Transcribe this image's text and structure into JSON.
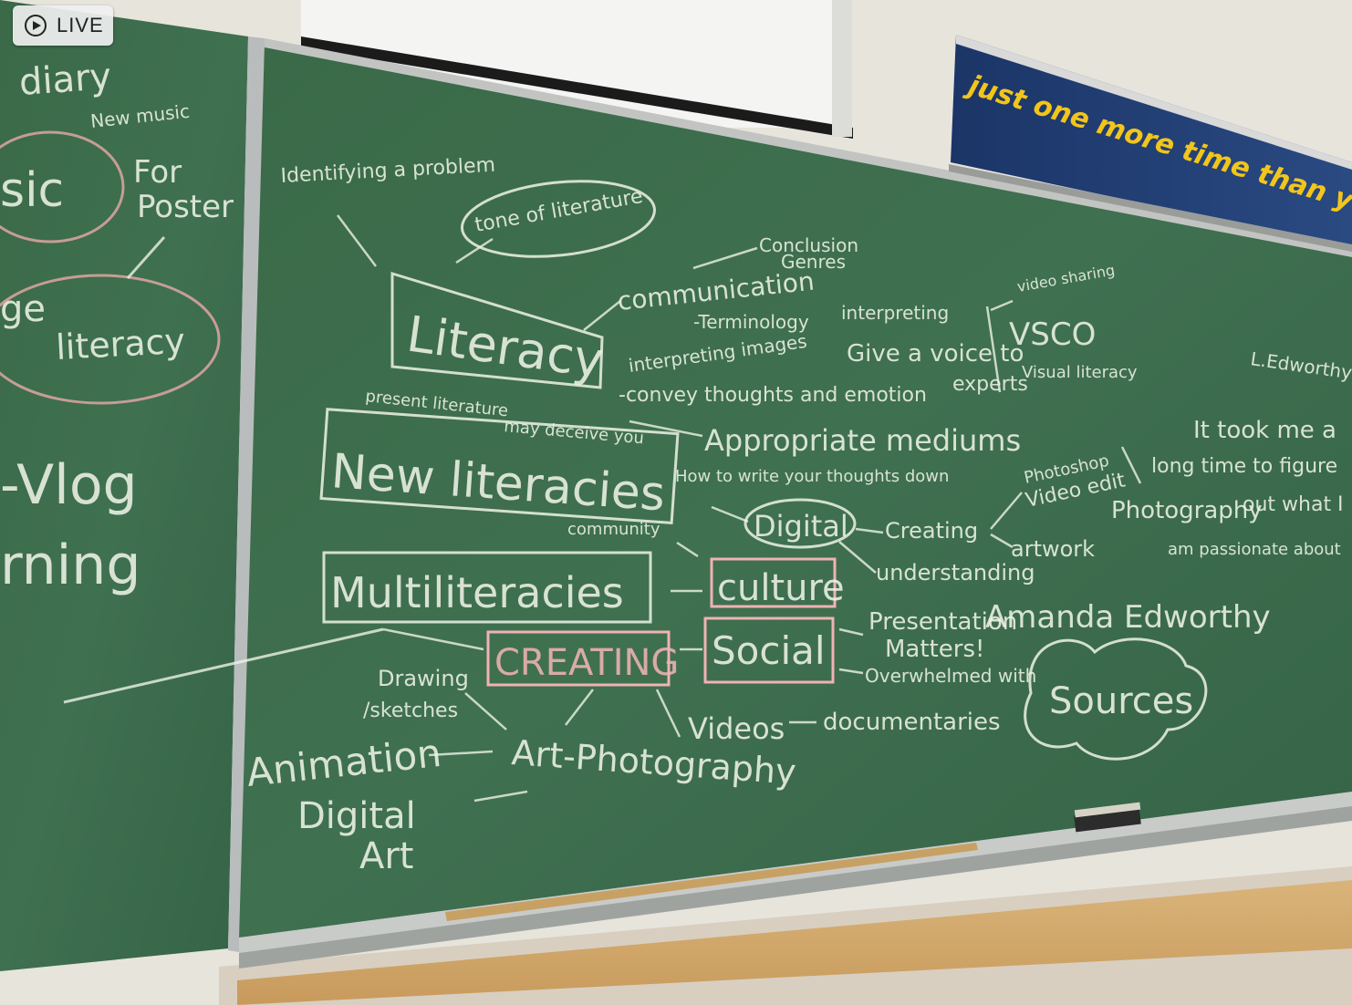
{
  "live_badge": {
    "label": "LIVE",
    "icon": "play-circle-icon"
  },
  "banner": {
    "text": "just one more time than you",
    "color": "#f2c51b",
    "background": "#1f3a6e"
  },
  "chalk_colors": {
    "white": "#eef3e6",
    "pink": "#efb3b3",
    "board": "#3d6b4a"
  },
  "left_board": {
    "lines": [
      "diary",
      "New music",
      "sic",
      "For",
      "Poster",
      "ge",
      "literacy",
      "-Vlog",
      "rning"
    ]
  },
  "main_board": {
    "central": {
      "literacy": "Literacy",
      "new_literacies": "New literacies",
      "multiliteracies": "Multiliteracies",
      "creating": "CREATING",
      "culture": "culture",
      "social": "Social",
      "digital": "Digital"
    },
    "notes": {
      "identifying": "Identifying a problem",
      "tone": "tone of literature",
      "present": "present literature",
      "deceive": "may deceive you",
      "conclusion": "Conclusion",
      "genres": "Genres",
      "communication": "communication",
      "terminology": "-Terminology",
      "interpreting": "interpreting",
      "interpreting_images": "interpreting images",
      "give_voice": "Give a voice to",
      "convey": "-convey thoughts and emotion",
      "experts": "experts",
      "appropriate": "Appropriate mediums",
      "how_to_write": "How to write your thoughts down",
      "video_sharing": "video sharing",
      "vsco": "VSCO",
      "visual_literacy": "Visual literacy",
      "photoshop": "Photoshop",
      "video_edit": "Video edit",
      "creating_small": "Creating",
      "artwork": "artwork",
      "understanding": "understanding",
      "community": "community",
      "presentation": "Presentation",
      "matters": "Matters!",
      "overwhelmed": "Overwhelmed with",
      "amanda": "Amanda Edworthy",
      "sources": "Sources",
      "l_edworthy": "L.Edworthy",
      "photography_r": "Photography",
      "it_took": "It took me a",
      "long_time": "long time to figure",
      "out_what": "out what I",
      "passionate": "am passionate about",
      "drawing": "Drawing",
      "sketches": "/sketches",
      "videos": "Videos",
      "documentaries": "documentaries",
      "art_photography": "Art-Photography",
      "animation": "Animation",
      "digital_art_1": "Digital",
      "digital_art_2": "Art"
    }
  }
}
